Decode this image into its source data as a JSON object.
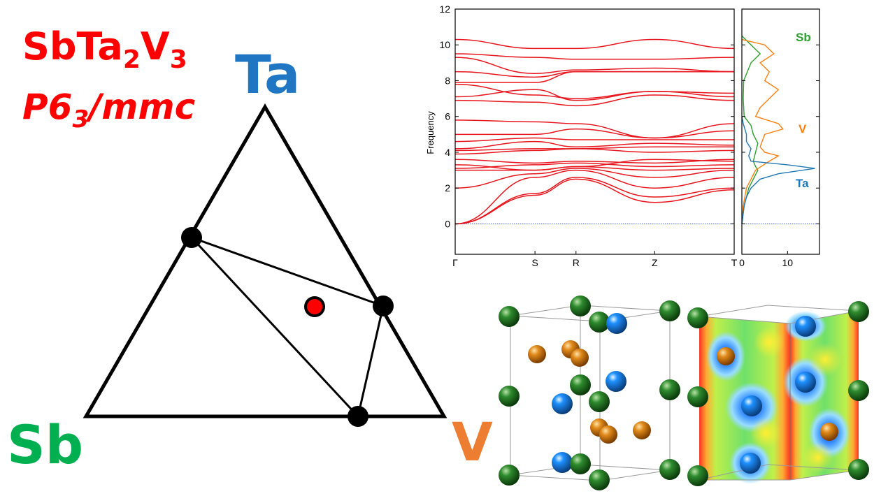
{
  "compound": {
    "formula_parts": [
      "SbTa",
      "2",
      "V",
      "3"
    ],
    "spacegroup_parts": [
      "P6",
      "3",
      "/mmc"
    ],
    "color": "#ff0000"
  },
  "phase_diagram": {
    "vertices": [
      {
        "label": "Ta",
        "color": "#1f77c4"
      },
      {
        "label": "Sb",
        "color": "#00b050"
      },
      {
        "label": "V",
        "color": "#ed7d31"
      }
    ],
    "stable_phases": 3,
    "target_marker_color": "#ff0000"
  },
  "chart_data": [
    {
      "type": "line",
      "name": "phonon band structure",
      "xlabel": "",
      "ylabel": "Frequency",
      "ylim": [
        -1.7,
        12
      ],
      "yticks": [
        0,
        2,
        4,
        6,
        8,
        10,
        12
      ],
      "xtick_labels": [
        "Γ",
        "S",
        "R",
        "Z",
        "T"
      ],
      "kpath_fraction": [
        0,
        0.286,
        0.433,
        0.715,
        1.0
      ],
      "line_color": "#e8141c",
      "zero_line_color": "#1f3fbf",
      "series": [
        {
          "values": [
            0,
            1.7,
            2.6,
            1.5,
            2.0
          ]
        },
        {
          "values": [
            0,
            1.6,
            2.5,
            1.2,
            1.9
          ]
        },
        {
          "values": [
            0,
            2.6,
            3.0,
            2.0,
            2.6
          ]
        },
        {
          "values": [
            2.0,
            2.8,
            3.1,
            2.6,
            3.0
          ]
        },
        {
          "values": [
            3.0,
            3.0,
            3.2,
            3.0,
            3.1
          ]
        },
        {
          "values": [
            3.1,
            3.3,
            3.4,
            3.2,
            3.3
          ]
        },
        {
          "values": [
            3.3,
            3.0,
            3.2,
            3.6,
            3.5
          ]
        },
        {
          "values": [
            3.6,
            3.4,
            3.5,
            3.4,
            3.6
          ]
        },
        {
          "values": [
            3.9,
            4.1,
            4.2,
            4.0,
            4.1
          ]
        },
        {
          "values": [
            4.1,
            4.2,
            4.2,
            4.3,
            4.3
          ]
        },
        {
          "values": [
            4.2,
            4.6,
            4.3,
            4.5,
            4.4
          ]
        },
        {
          "values": [
            4.6,
            4.8,
            4.7,
            4.7,
            4.7
          ]
        },
        {
          "values": [
            5.0,
            5.0,
            5.3,
            4.8,
            5.2
          ]
        },
        {
          "values": [
            5.8,
            5.7,
            5.6,
            4.8,
            5.6
          ]
        },
        {
          "values": [
            6.9,
            6.8,
            6.6,
            7.2,
            6.9
          ]
        },
        {
          "values": [
            7.1,
            7.5,
            6.9,
            7.4,
            7.1
          ]
        },
        {
          "values": [
            7.8,
            7.2,
            7.0,
            7.4,
            7.3
          ]
        },
        {
          "values": [
            7.9,
            7.9,
            8.5,
            8.5,
            8.5
          ]
        },
        {
          "values": [
            8.5,
            8.2,
            8.5,
            8.5,
            8.5
          ]
        },
        {
          "values": [
            9.3,
            8.4,
            8.6,
            8.7,
            8.5
          ]
        },
        {
          "values": [
            9.5,
            9.3,
            9.2,
            9.2,
            9.3
          ]
        },
        {
          "values": [
            10.3,
            9.8,
            9.8,
            10.3,
            9.8
          ]
        }
      ]
    },
    {
      "type": "line",
      "name": "phonon DOS",
      "xlim": [
        0,
        17
      ],
      "xticks": [
        0,
        10
      ],
      "ylim": [
        -1.7,
        12
      ],
      "series": [
        {
          "name": "Sb",
          "color": "#2ca02c",
          "freq": [
            0,
            1,
            2,
            2.5,
            3,
            3.2,
            3.5,
            4,
            4.5,
            5,
            5.5,
            6,
            7,
            8,
            9,
            9.5,
            10,
            10.5
          ],
          "values": [
            0,
            0.5,
            1.5,
            2.5,
            3.5,
            3,
            2.5,
            3,
            3.5,
            2.5,
            2,
            0.5,
            0.3,
            0.4,
            2,
            4,
            2,
            0
          ]
        },
        {
          "name": "V",
          "color": "#ff7f0e",
          "freq": [
            0,
            1,
            2,
            2.5,
            3,
            3.5,
            3.8,
            4,
            4.3,
            5,
            5.3,
            5.6,
            6,
            6.5,
            7,
            7.5,
            8,
            8.5,
            9,
            9.5,
            10,
            10.3
          ],
          "values": [
            0,
            0.3,
            1,
            2,
            3,
            6,
            8,
            5,
            4,
            5,
            9,
            8,
            3,
            4,
            6,
            8,
            5,
            6,
            4,
            7,
            5,
            0
          ]
        },
        {
          "name": "Ta",
          "color": "#1f77b4",
          "freq": [
            0,
            1,
            1.5,
            2,
            2.5,
            2.8,
            3.1,
            3.3,
            3.5,
            3.8,
            4.2,
            4.6,
            5,
            5.6,
            6
          ],
          "values": [
            0,
            0.5,
            1,
            2,
            4,
            8,
            16,
            10,
            2,
            1.5,
            2,
            1,
            1,
            0.3,
            0
          ]
        }
      ]
    }
  ]
}
